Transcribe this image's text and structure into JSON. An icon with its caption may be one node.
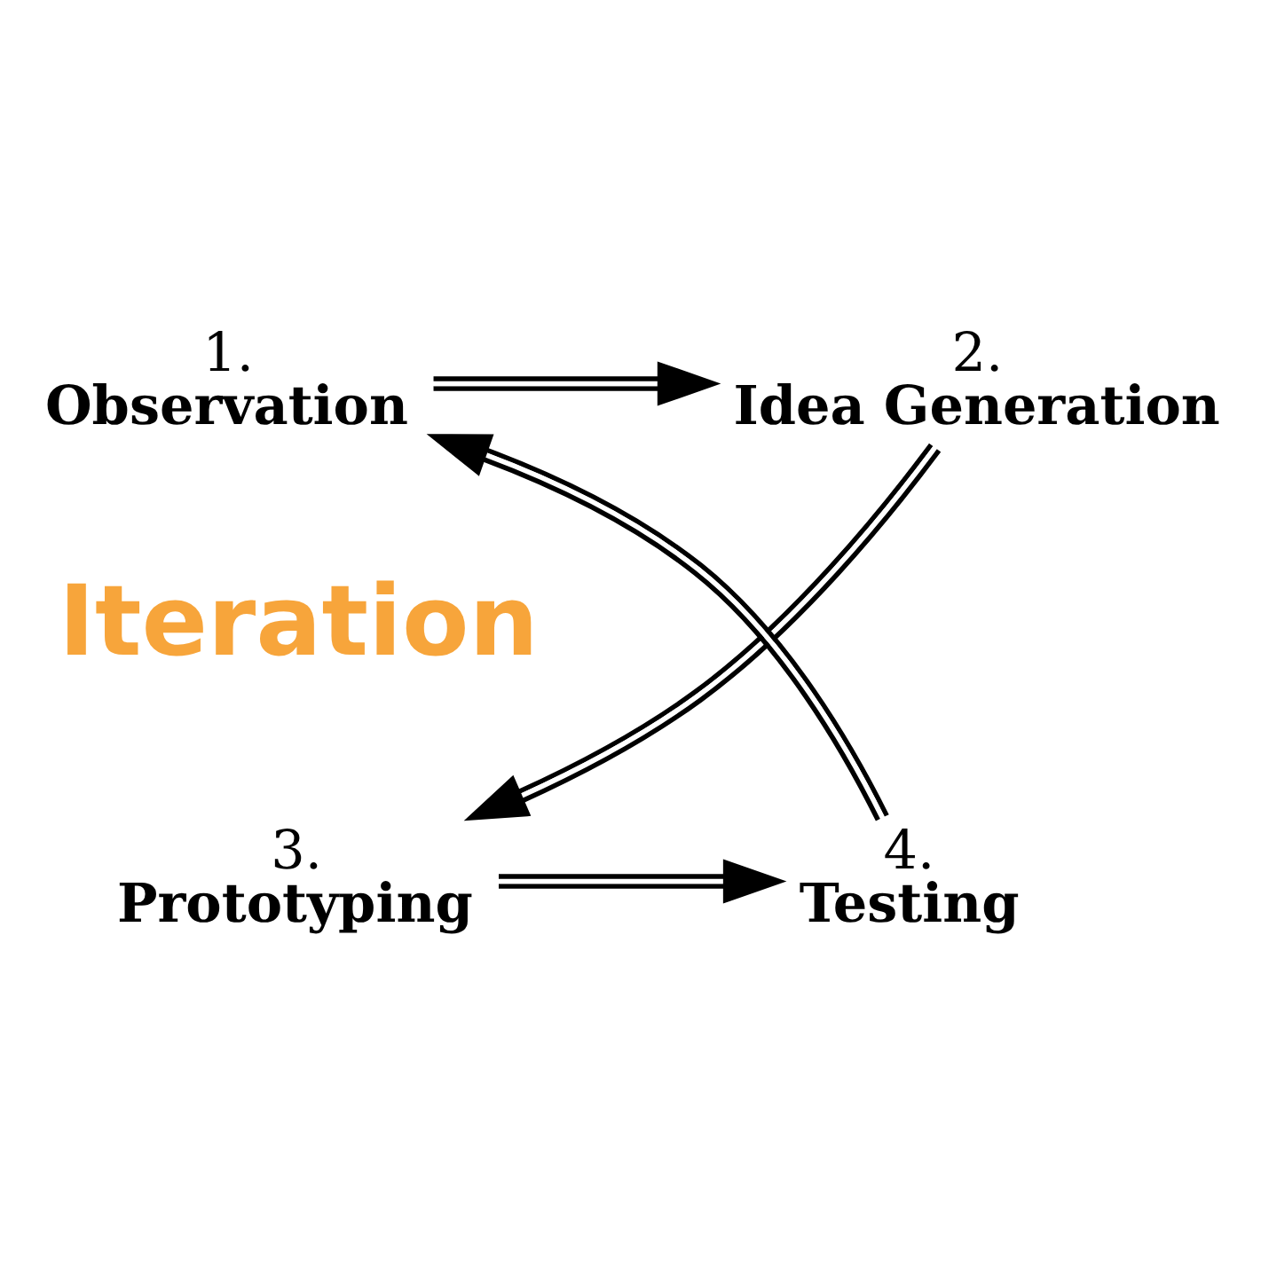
{
  "diagram": {
    "nodes": [
      {
        "text": [
          "1.",
          "Observation"
        ]
      },
      {
        "text": [
          "2.",
          "Idea Generation"
        ]
      },
      {
        "text": [
          "3.",
          "Prototyping"
        ]
      },
      {
        "text": [
          "4.",
          "Testing"
        ]
      }
    ],
    "edges": [
      {
        "from": 0,
        "to": 1,
        "arrow": "to"
      },
      {
        "from": 1,
        "to": 2,
        "arrow": "to"
      },
      {
        "from": 2,
        "to": 3,
        "arrow": "to"
      },
      {
        "from": 3,
        "to": 0,
        "arrow": "to"
      }
    ],
    "labels": [
      "Iteration"
    ]
  }
}
